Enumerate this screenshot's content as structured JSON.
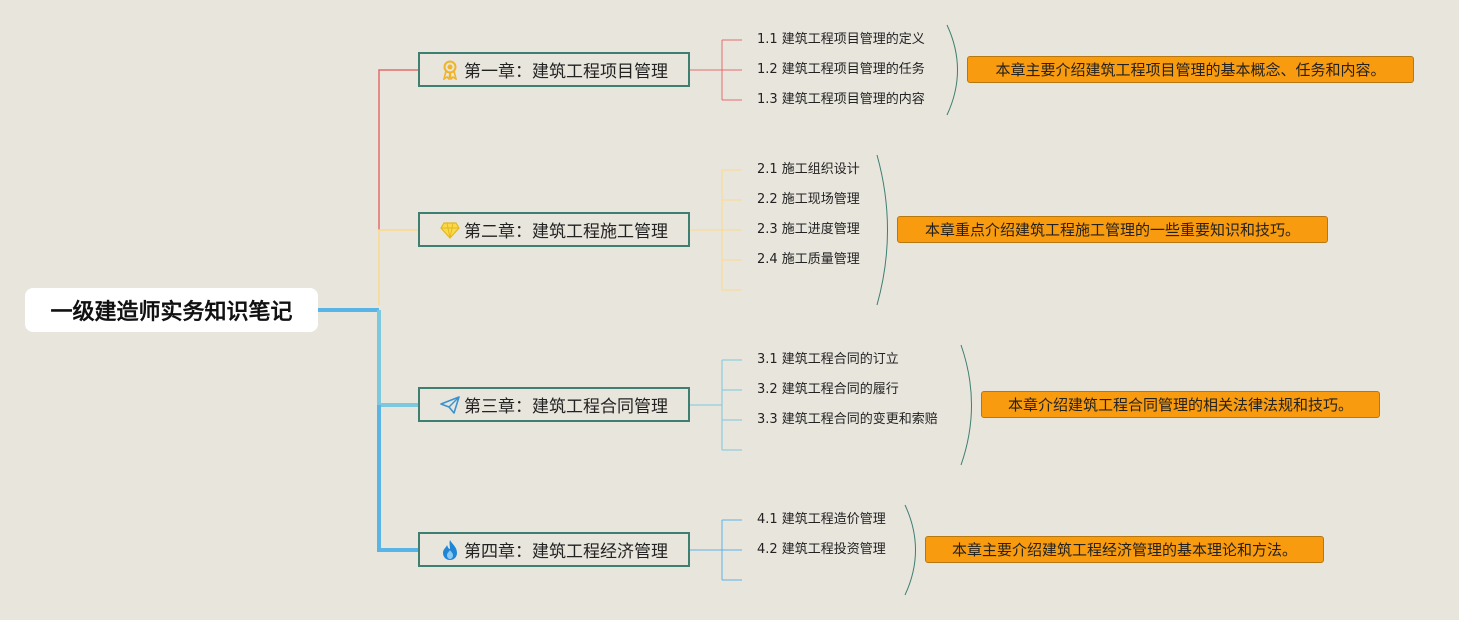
{
  "root": {
    "title": "一级建造师实务知识笔记"
  },
  "colors": {
    "ch1": "#e36d6d",
    "ch2": "#fcd98a",
    "ch3": "#7cc8de",
    "ch4": "#5ab4e6",
    "trunk": "#5ab4e6",
    "box_border": "#3e7f71",
    "summary_bg": "#f89b0e"
  },
  "chapters": [
    {
      "icon": "award-medal-icon",
      "title": "第一章：建筑工程项目管理",
      "sections": [
        "1.1 建筑工程项目管理的定义",
        "1.2 建筑工程项目管理的任务",
        "1.3 建筑工程项目管理的内容"
      ],
      "summary": "本章主要介绍建筑工程项目管理的基本概念、任务和内容。"
    },
    {
      "icon": "diamond-icon",
      "title": "第二章：建筑工程施工管理",
      "sections": [
        "2.1 施工组织设计",
        "2.2 施工现场管理",
        "2.3 施工进度管理",
        "2.4 施工质量管理"
      ],
      "summary": "本章重点介绍建筑工程施工管理的一些重要知识和技巧。"
    },
    {
      "icon": "paper-plane-icon",
      "title": "第三章：建筑工程合同管理",
      "sections": [
        "3.1 建筑工程合同的订立",
        "3.2 建筑工程合同的履行",
        "3.3 建筑工程合同的变更和索赔"
      ],
      "summary": "本章介绍建筑工程合同管理的相关法律法规和技巧。"
    },
    {
      "icon": "flame-icon",
      "title": "第四章：建筑工程经济管理",
      "sections": [
        "4.1 建筑工程造价管理",
        "4.2 建筑工程投资管理"
      ],
      "summary": "本章主要介绍建筑工程经济管理的基本理论和方法。"
    }
  ]
}
